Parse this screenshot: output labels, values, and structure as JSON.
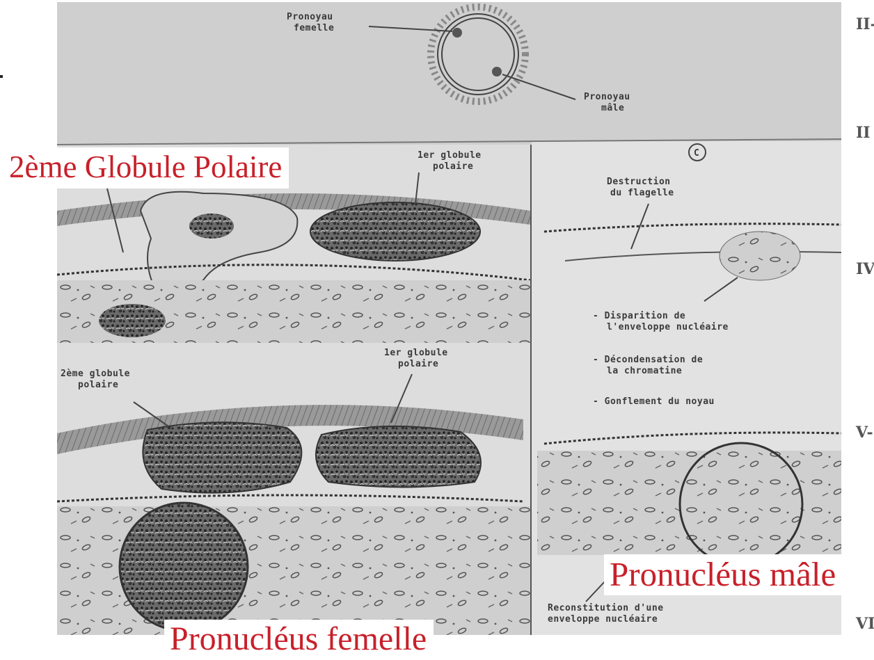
{
  "labels": {
    "second_polar_body": "2ème Globule Polaire",
    "male_pronucleus": "Pronucléus mâle",
    "female_pronucleus": "Pronucléus femelle"
  },
  "side_numerals": [
    "II-",
    "II",
    "IV",
    "V-",
    "VI"
  ],
  "sketch_annotations": {
    "pronoyau_femelle": "Pronoyau\nfemelle",
    "pronoyau_male": "Pronoyau\nmâle",
    "panel_mark": "C",
    "first_polar_body_top": "1er globule\npolaire",
    "flagellum": "Destruction\ndu flagelle",
    "nuclear_envelope_loss": "- Disparition de\nl'enveloppe nucléaire",
    "decondensation": "- Décondensation de\nla chromatine",
    "swelling": "- Gonflement du noyau",
    "second_polar_body_small": "2ème globule\npolaire",
    "first_polar_body_bottom": "1er globule\npolaire",
    "envelope_rebuild": "Reconstitution d'une\nenveloppe nucléaire"
  },
  "colors": {
    "label_red": "#c8202a",
    "paper": "#dcdcdc",
    "ink": "#3a3a3a"
  }
}
